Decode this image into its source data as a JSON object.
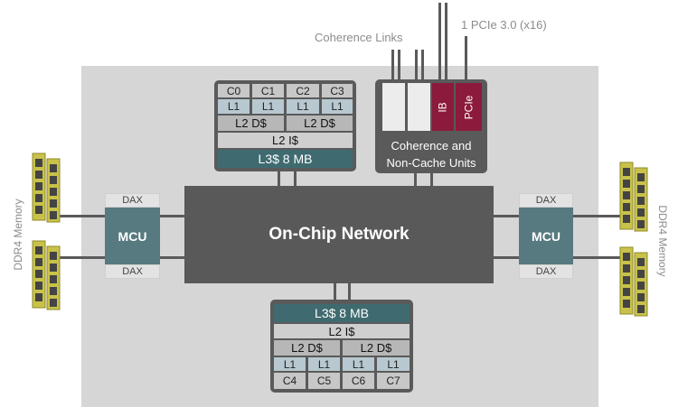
{
  "top_labels": {
    "coherence_links": "Coherence Links",
    "pcie": "1 PCIe 3.0 (x16)"
  },
  "top_cluster": {
    "cores": [
      "C0",
      "C1",
      "C2",
      "C3"
    ],
    "l1": [
      "L1",
      "L1",
      "L1",
      "L1"
    ],
    "l2d": [
      "L2 D$",
      "L2 D$"
    ],
    "l2i": "L2 I$",
    "l3": "L3$ 8 MB"
  },
  "bottom_cluster": {
    "l3": "L3$ 8 MB",
    "l2i": "L2 I$",
    "l2d": [
      "L2 D$",
      "L2 D$"
    ],
    "l1": [
      "L1",
      "L1",
      "L1",
      "L1"
    ],
    "cores": [
      "C4",
      "C5",
      "C6",
      "C7"
    ]
  },
  "coherence_unit": {
    "slots": [
      "IB",
      "PCIe"
    ],
    "label_line1": "Coherence and",
    "label_line2": "Non-Cache Units"
  },
  "network": "On-Chip Network",
  "left_mcu": {
    "label": "MCU",
    "dax_top": "DAX",
    "dax_bottom": "DAX"
  },
  "right_mcu": {
    "label": "MCU",
    "dax_top": "DAX",
    "dax_bottom": "DAX"
  },
  "memory_label_left": "DDR4 Memory",
  "memory_label_right": "DDR4 Memory",
  "colors": {
    "chip_background": "#d6d6d6",
    "cluster_frame": "#5a5a5a",
    "l3_teal": "#3f6b70",
    "mcu_teal": "#567a7f",
    "io_slot_red": "#8b1a3c",
    "dimm_gold": "#c9c24a"
  }
}
